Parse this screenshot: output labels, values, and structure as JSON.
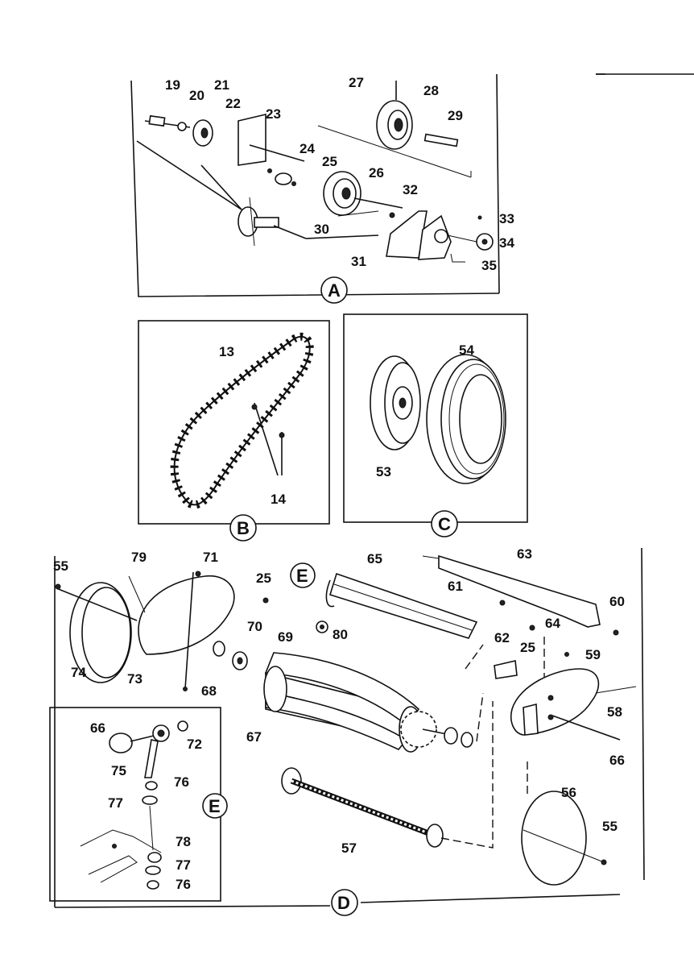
{
  "sections": {
    "A": {
      "label": "A",
      "parts": [
        "19",
        "20",
        "21",
        "22",
        "23",
        "24",
        "25",
        "26",
        "27",
        "28",
        "29",
        "30",
        "31",
        "32",
        "33",
        "34",
        "35"
      ]
    },
    "B": {
      "label": "B",
      "parts": [
        "13",
        "14"
      ]
    },
    "C": {
      "label": "C",
      "parts": [
        "54",
        "53"
      ]
    },
    "D": {
      "label": "D",
      "parts": [
        "55",
        "79",
        "71",
        "25",
        "65",
        "63",
        "61",
        "60",
        "70",
        "69",
        "74",
        "73",
        "68",
        "80",
        "64",
        "25",
        "62",
        "59",
        "58",
        "67",
        "66",
        "56",
        "55",
        "57"
      ]
    },
    "E_inset": {
      "label": "E",
      "parts": [
        "66",
        "72",
        "75",
        "76",
        "77",
        "78",
        "77",
        "76"
      ]
    },
    "E_callout": {
      "label": "E"
    }
  }
}
